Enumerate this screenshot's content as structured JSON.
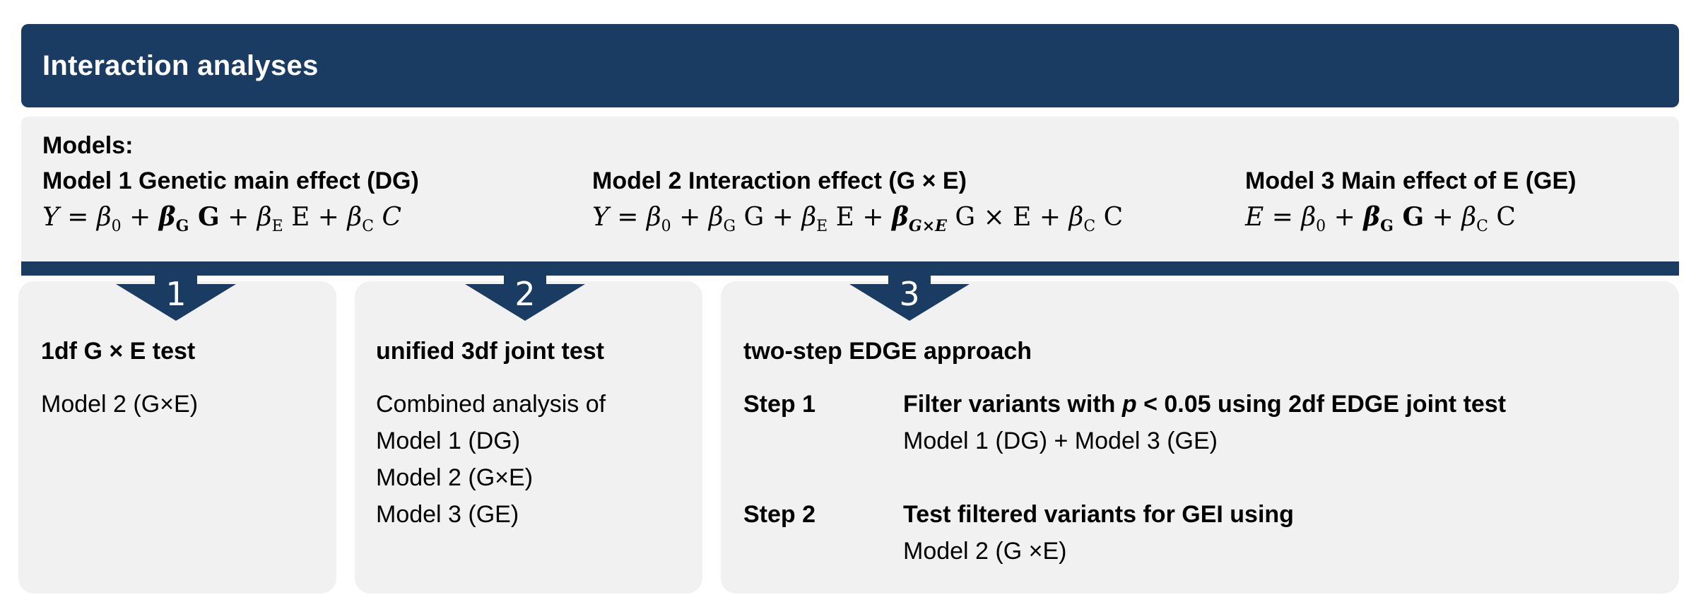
{
  "header": {
    "title": "Interaction analyses"
  },
  "models": {
    "label": "Models:",
    "items": [
      {
        "title": "Model 1 Genetic main effect (DG)"
      },
      {
        "title": "Model 2 Interaction effect (G × E)"
      },
      {
        "title": "Model 3 Main effect of E (GE)"
      }
    ]
  },
  "arrows": [
    "1",
    "2",
    "3"
  ],
  "panels": {
    "p1": {
      "title": "1df G × E test",
      "lines": [
        "Model 2 (G×E)"
      ]
    },
    "p2": {
      "title": "unified 3df joint test",
      "lines": [
        "Combined analysis of",
        "Model 1 (DG)",
        "Model 2 (G×E)",
        "Model 3 (GE)"
      ]
    },
    "p3": {
      "title": "two-step EDGE approach",
      "steps": [
        {
          "label": "Step 1",
          "text_pre": "Filter variants with ",
          "text_p": "p",
          "text_post": " < 0.05 using 2df EDGE joint test",
          "sub": "Model 1 (DG) +  Model 3 (GE)"
        },
        {
          "label": "Step 2",
          "text": "Test filtered variants for GEI using",
          "sub": "Model 2 (G ×E)"
        }
      ]
    }
  },
  "colors": {
    "dark_blue": "#1a3c62",
    "panel_gray": "#f1f1f1",
    "white": "#ffffff"
  }
}
